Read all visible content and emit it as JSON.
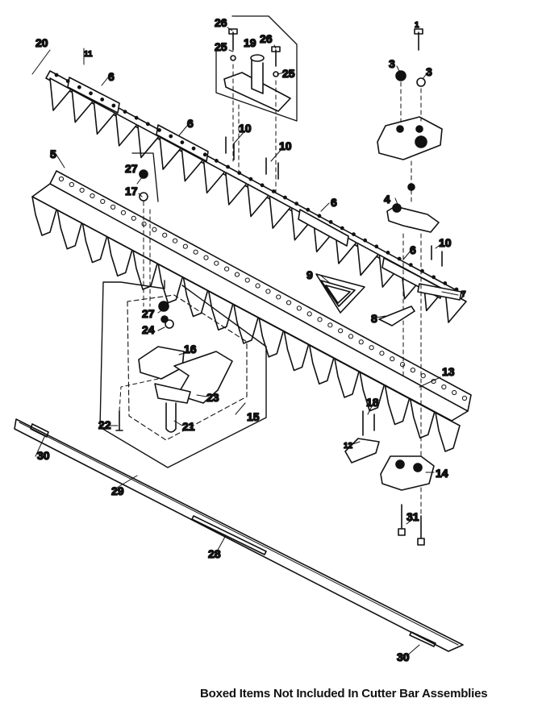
{
  "footer_note": "Boxed Items Not Included In Cutter Bar Assemblies",
  "callouts": {
    "c20": "20",
    "c11": "11",
    "c6a": "6",
    "c6b": "6",
    "c6c": "6",
    "c6d": "6",
    "c5": "5",
    "c27a": "27",
    "c17": "17",
    "c26a": "26",
    "c26b": "26",
    "c19": "19",
    "c25a": "25",
    "c25b": "25",
    "c10a": "10",
    "c10b": "10",
    "c10c": "10",
    "c3a": "3",
    "c3b": "3",
    "c4": "4",
    "c1": "1",
    "c7": "7",
    "c9": "9",
    "c8": "8",
    "c27b": "27",
    "c24": "24",
    "c16": "16",
    "c23": "23",
    "c22": "22",
    "c21": "21",
    "c15": "15",
    "c13": "13",
    "c18": "18",
    "c12": "12",
    "c14": "14",
    "c31": "31",
    "c30a": "30",
    "c29": "29",
    "c28": "28",
    "c30b": "30"
  },
  "colors": {
    "ink": "#111111",
    "paper": "#ffffff"
  }
}
